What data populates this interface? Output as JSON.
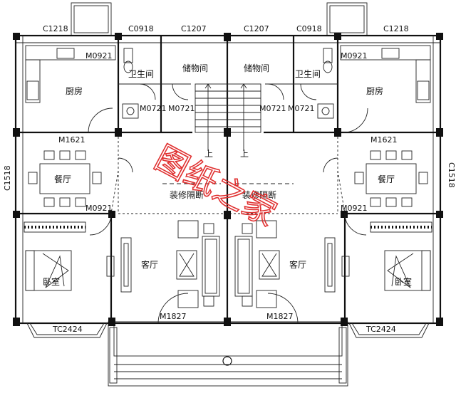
{
  "plan": {
    "windows": {
      "top_left": "C1218",
      "top_left_2": "C0918",
      "top_mid_left": "C1207",
      "top_mid_right": "C1207",
      "top_right_2": "C0918",
      "top_right": "C1218",
      "side_left": "C1518",
      "side_right": "C1518",
      "bottom_left": "TC2424",
      "bottom_right": "TC2424"
    },
    "doors": {
      "kitchen_left": "M0921",
      "kitchen_right": "M0921",
      "bath_left_a": "M0721",
      "bath_left_b": "M0721",
      "bath_right_a": "M0721",
      "bath_right_b": "M0721",
      "dining_left": "M1621",
      "dining_right": "M1621",
      "bed_left": "M0921",
      "bed_right": "M0921",
      "entry_left": "M1827",
      "entry_right": "M1827"
    },
    "rooms": {
      "kitchen_left": "厨房",
      "kitchen_right": "厨房",
      "bath_left": "卫生间",
      "bath_right": "卫生间",
      "storage_left": "储物间",
      "storage_right": "储物间",
      "dining_left": "餐厅",
      "dining_right": "餐厅",
      "partition_left": "装修隔断",
      "partition_right": "装修隔断",
      "living_left": "客厅",
      "living_right": "客厅",
      "bedroom_left": "卧室",
      "bedroom_right": "卧室"
    },
    "stairs": {
      "up_left": "上",
      "up_right": "上"
    },
    "watermark": "图纸之家"
  }
}
